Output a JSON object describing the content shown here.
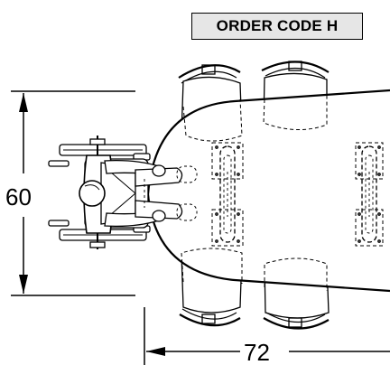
{
  "order_code": "ORDER CODE H",
  "dimensions": {
    "depth": "60",
    "length": "72"
  }
}
